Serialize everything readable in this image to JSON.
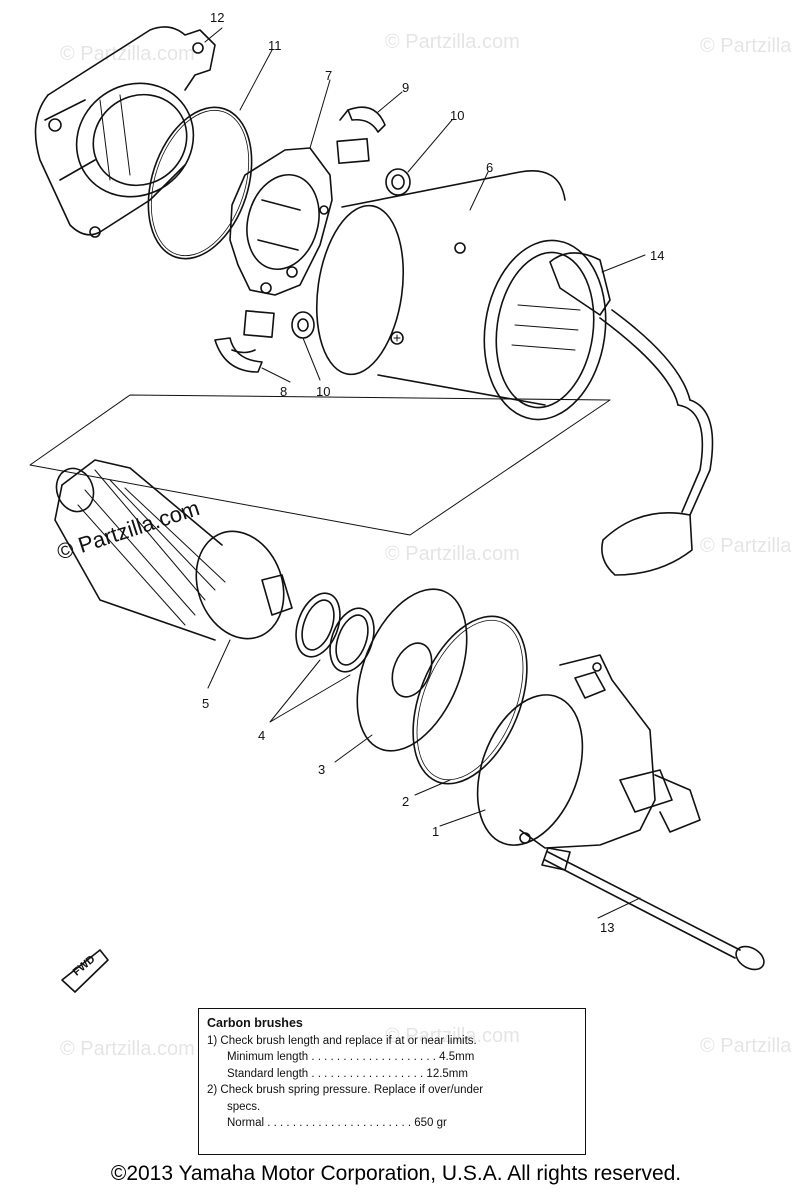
{
  "watermark": "© Partzilla.com",
  "callouts": {
    "c1": "1",
    "c2": "2",
    "c3": "3",
    "c4": "4",
    "c5": "5",
    "c6": "6",
    "c7": "7",
    "c8": "8",
    "c9": "9",
    "c10a": "10",
    "c10b": "10",
    "c11": "11",
    "c12": "12",
    "c13": "13",
    "c14": "14"
  },
  "fwd_label": "FWD",
  "notes": {
    "title": "Carbon brushes",
    "line1": "1)  Check  brush  length  and  replace  if  at  or  near  limits.",
    "line2": "Minimum  length  . . . . . . . . . . . . . . . . . . . .  4.5mm",
    "line3": "Standard  length  . . . . . . . . . . . . . . . . . .  12.5mm",
    "line4": "2)  Check  brush  spring  pressure.  Replace  if  over/under",
    "line5": "specs.",
    "line6": "Normal  . . . . . . . . . . . . . . . . . . . . . . .  650 gr"
  },
  "copyright": "©2013  Yamaha Motor Corporation, U.S.A. All rights reserved."
}
